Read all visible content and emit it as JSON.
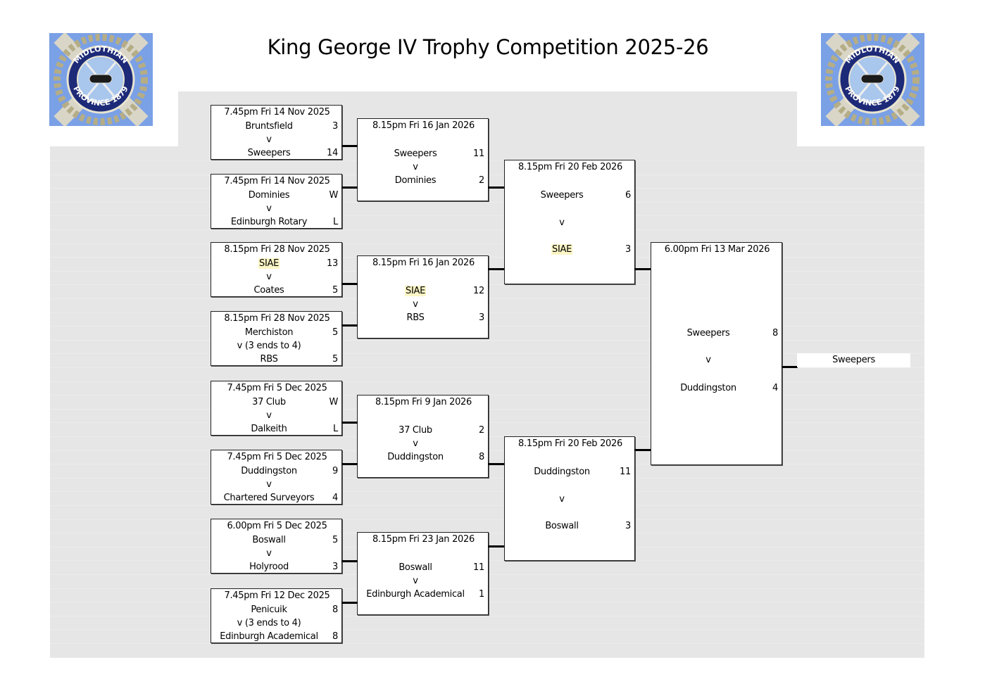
{
  "title": "King George IV Trophy Competition 2025-26",
  "logo": {
    "top_text": "MIDLOTHIAN",
    "bottom_text": "PROVINCE 1879"
  },
  "highlight_color": "#fbf5c6",
  "rounds": [
    {
      "name": "round-1",
      "matches": [
        {
          "date": "7.45pm Fri 14 Nov 2025",
          "team1": "Bruntsfield",
          "score1": "3",
          "vs": "v",
          "team2": "Sweepers",
          "score2": "14"
        },
        {
          "date": "7.45pm Fri 14 Nov 2025",
          "team1": "Dominies",
          "score1": "W",
          "vs": "v",
          "team2": "Edinburgh Rotary",
          "score2": "L"
        },
        {
          "date": "8.15pm Fri 28 Nov 2025",
          "team1": "SIAE",
          "team1_highlight": true,
          "score1": "13",
          "vs": "v",
          "team2": "Coates",
          "score2": "5"
        },
        {
          "date": "8.15pm Fri 28 Nov 2025",
          "team1": "Merchiston",
          "score1": "5",
          "vs": "v (3 ends to 4)",
          "team2": "RBS",
          "score2": "5"
        },
        {
          "date": "7.45pm Fri 5 Dec 2025",
          "team1": "37 Club",
          "score1": "W",
          "vs": "v",
          "team2": "Dalkeith",
          "score2": "L"
        },
        {
          "date": "7.45pm Fri 5 Dec 2025",
          "team1": "Duddingston",
          "score1": "9",
          "vs": "v",
          "team2": "Chartered Surveyors",
          "score2": "4"
        },
        {
          "date": "6.00pm Fri 5 Dec 2025",
          "team1": "Boswall",
          "score1": "5",
          "vs": "v",
          "team2": "Holyrood",
          "score2": "3"
        },
        {
          "date": "7.45pm Fri 12 Dec 2025",
          "team1": "Penicuik",
          "score1": "8",
          "vs": "v (3 ends to 4)",
          "team2": "Edinburgh Academical",
          "score2": "8"
        }
      ]
    },
    {
      "name": "round-2",
      "matches": [
        {
          "date": "8.15pm Fri 16 Jan 2026",
          "team1": "Sweepers",
          "score1": "11",
          "vs": "v",
          "team2": "Dominies",
          "score2": "2"
        },
        {
          "date": "8.15pm Fri 16 Jan 2026",
          "team1": "SIAE",
          "team1_highlight": true,
          "score1": "12",
          "vs": "v",
          "team2": "RBS",
          "score2": "3"
        },
        {
          "date": "8.15pm Fri 9 Jan 2026",
          "team1": "37 Club",
          "score1": "2",
          "vs": "v",
          "team2": "Duddingston",
          "score2": "8"
        },
        {
          "date": "8.15pm Fri 23 Jan 2026",
          "team1": "Boswall",
          "score1": "11",
          "vs": "v",
          "team2": "Edinburgh Academical",
          "score2": "1"
        }
      ]
    },
    {
      "name": "semi-final",
      "matches": [
        {
          "date": "8.15pm Fri 20 Feb 2026",
          "team1": "Sweepers",
          "score1": "6",
          "vs": "v",
          "team2": "SIAE",
          "team2_highlight": true,
          "score2": "3"
        },
        {
          "date": "8.15pm Fri 20 Feb 2026",
          "team1": "Duddingston",
          "score1": "11",
          "vs": "v",
          "team2": "Boswall",
          "score2": "3"
        }
      ]
    },
    {
      "name": "final",
      "matches": [
        {
          "date": "6.00pm Fri 13 Mar 2026",
          "team1": "Sweepers",
          "score1": "8",
          "vs": "v",
          "team2": "Duddingston",
          "score2": "4"
        }
      ]
    }
  ],
  "winner": "Sweepers"
}
